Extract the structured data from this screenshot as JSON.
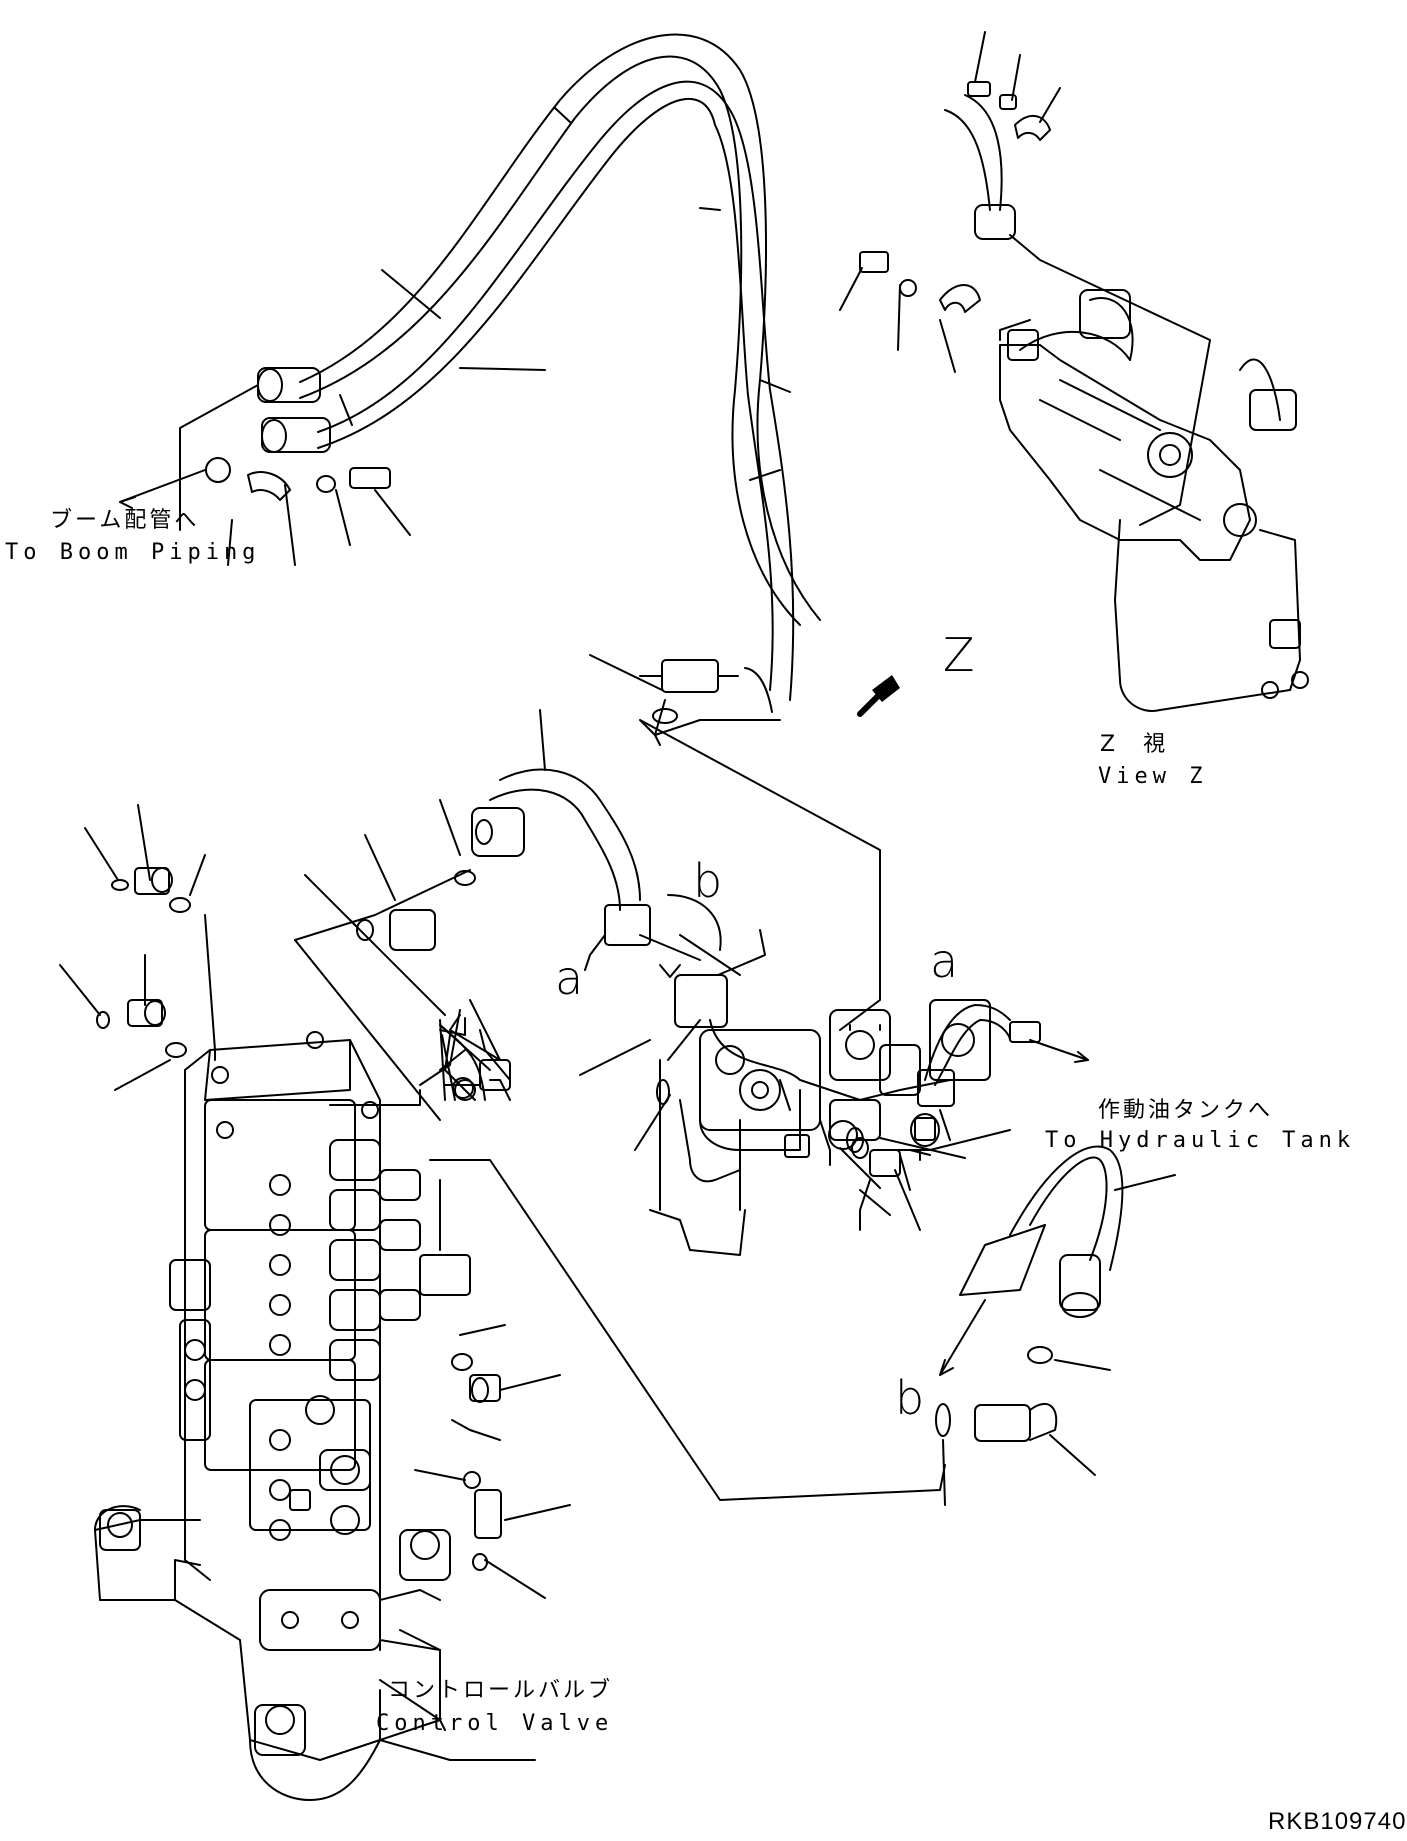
{
  "callouts": {
    "boom_jp": "ブーム配管へ",
    "boom_en": "To Boom Piping",
    "tank_jp": "作動油タンクへ",
    "tank_en": "To Hydraulic Tank",
    "cv_jp": "コントロールバルブ",
    "cv_en": "Control Valve",
    "viewz_jp": "Z　視",
    "viewz_en": "View Z",
    "z_mark": "Z",
    "a_upper": "a",
    "a_lower": "a",
    "b_upper": "b",
    "b_lower": "b"
  },
  "drawing_ref": "RKB109740"
}
